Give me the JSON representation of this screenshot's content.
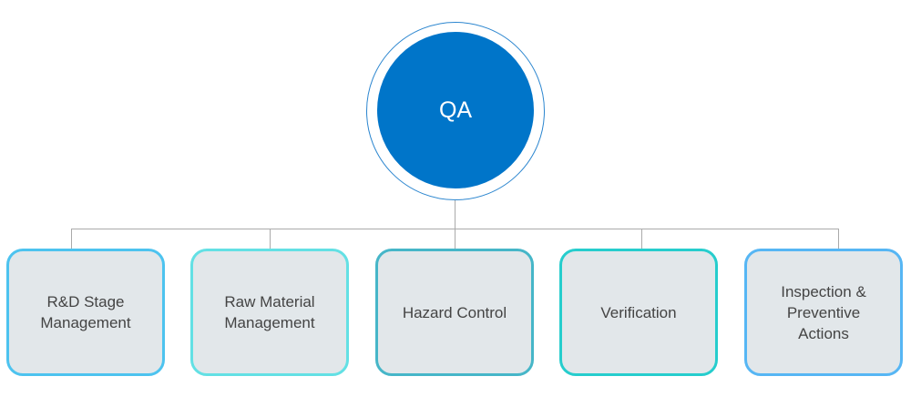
{
  "root": {
    "label": "QA",
    "color": "#0075c9",
    "ring_color": "#2a85cf"
  },
  "children": [
    {
      "label": "R&D Stage Management",
      "border_color": "#4dc3ef"
    },
    {
      "label": "Raw Material Management",
      "border_color": "#63e0e4"
    },
    {
      "label": "Hazard Control",
      "border_color": "#46b6c8"
    },
    {
      "label": "Verification",
      "border_color": "#26cdcd"
    },
    {
      "label": "Inspection & Preventive Actions",
      "border_color": "#56b6f4"
    }
  ]
}
